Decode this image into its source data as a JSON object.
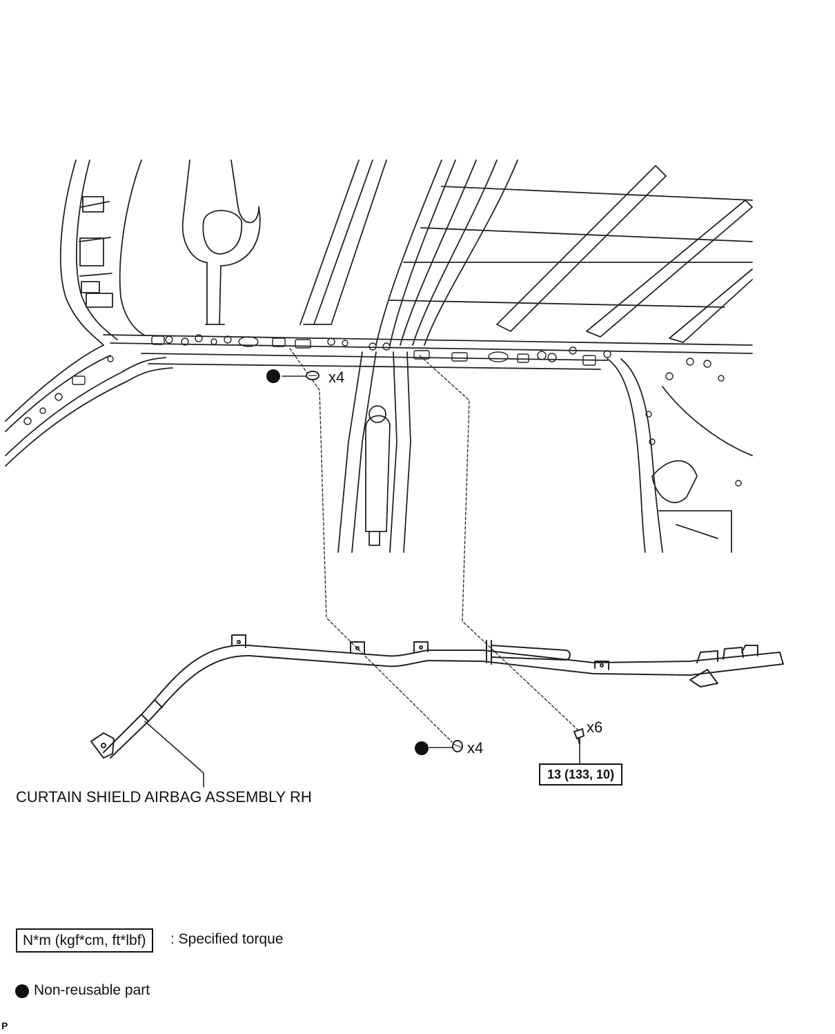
{
  "labels": {
    "airbag_name": "CURTAIN SHIELD AIRBAG ASSEMBLY RH",
    "qty_upper_clip": "x4",
    "qty_lower_clip": "x4",
    "qty_bolt": "x6",
    "bolt_torque": "13 (133, 10)"
  },
  "legend": {
    "torque_units": "N*m (kgf*cm, ft*lbf)",
    "torque_desc": ": Specified torque",
    "nonreusable_desc": "Non-reusable part"
  },
  "corner_mark": "P"
}
